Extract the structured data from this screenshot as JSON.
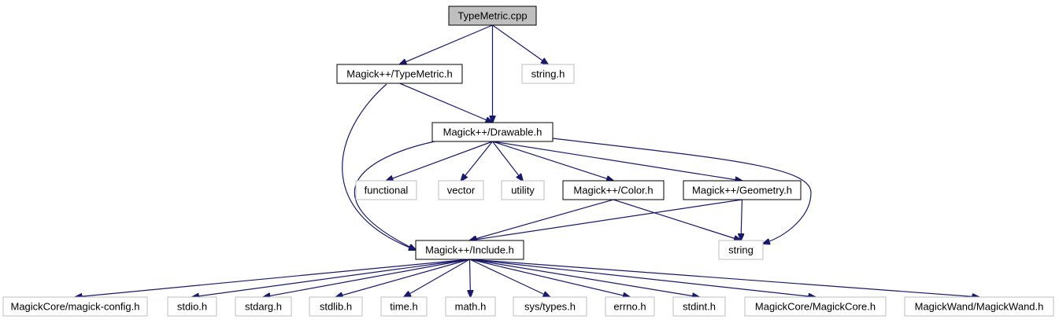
{
  "title": "TypeMetric.cpp",
  "nodes": [
    {
      "id": "TypeMetric.cpp",
      "label": "TypeMetric.cpp",
      "style": "root"
    },
    {
      "id": "TypeMetric.h",
      "label": "Magick++/TypeMetric.h",
      "style": "documented"
    },
    {
      "id": "string.h",
      "label": "string.h",
      "style": "external"
    },
    {
      "id": "Drawable.h",
      "label": "Magick++/Drawable.h",
      "style": "documented"
    },
    {
      "id": "functional",
      "label": "functional",
      "style": "external"
    },
    {
      "id": "vector",
      "label": "vector",
      "style": "external"
    },
    {
      "id": "utility",
      "label": "utility",
      "style": "external"
    },
    {
      "id": "Color.h",
      "label": "Magick++/Color.h",
      "style": "documented"
    },
    {
      "id": "Geometry.h",
      "label": "Magick++/Geometry.h",
      "style": "documented"
    },
    {
      "id": "Include.h",
      "label": "Magick++/Include.h",
      "style": "documented"
    },
    {
      "id": "string",
      "label": "string",
      "style": "external"
    },
    {
      "id": "magick-config.h",
      "label": "MagickCore/magick-config.h",
      "style": "external"
    },
    {
      "id": "stdio.h",
      "label": "stdio.h",
      "style": "external"
    },
    {
      "id": "stdarg.h",
      "label": "stdarg.h",
      "style": "external"
    },
    {
      "id": "stdlib.h",
      "label": "stdlib.h",
      "style": "external"
    },
    {
      "id": "time.h",
      "label": "time.h",
      "style": "external"
    },
    {
      "id": "math.h",
      "label": "math.h",
      "style": "external"
    },
    {
      "id": "sys/types.h",
      "label": "sys/types.h",
      "style": "external"
    },
    {
      "id": "errno.h",
      "label": "errno.h",
      "style": "external"
    },
    {
      "id": "stdint.h",
      "label": "stdint.h",
      "style": "external"
    },
    {
      "id": "MagickCore.h",
      "label": "MagickCore/MagickCore.h",
      "style": "external"
    },
    {
      "id": "MagickWand.h",
      "label": "MagickWand/MagickWand.h",
      "style": "external"
    }
  ],
  "edges": [
    {
      "from": "TypeMetric.cpp",
      "to": "TypeMetric.h"
    },
    {
      "from": "TypeMetric.cpp",
      "to": "Drawable.h"
    },
    {
      "from": "TypeMetric.cpp",
      "to": "string.h"
    },
    {
      "from": "TypeMetric.h",
      "to": "Drawable.h"
    },
    {
      "from": "TypeMetric.h",
      "to": "Include.h"
    },
    {
      "from": "Drawable.h",
      "to": "functional"
    },
    {
      "from": "Drawable.h",
      "to": "vector"
    },
    {
      "from": "Drawable.h",
      "to": "utility"
    },
    {
      "from": "Drawable.h",
      "to": "Color.h"
    },
    {
      "from": "Drawable.h",
      "to": "Geometry.h"
    },
    {
      "from": "Drawable.h",
      "to": "Include.h"
    },
    {
      "from": "Drawable.h",
      "to": "string"
    },
    {
      "from": "Color.h",
      "to": "Include.h"
    },
    {
      "from": "Color.h",
      "to": "string"
    },
    {
      "from": "Geometry.h",
      "to": "Include.h"
    },
    {
      "from": "Geometry.h",
      "to": "string"
    },
    {
      "from": "Include.h",
      "to": "magick-config.h"
    },
    {
      "from": "Include.h",
      "to": "stdio.h"
    },
    {
      "from": "Include.h",
      "to": "stdarg.h"
    },
    {
      "from": "Include.h",
      "to": "stdlib.h"
    },
    {
      "from": "Include.h",
      "to": "time.h"
    },
    {
      "from": "Include.h",
      "to": "math.h"
    },
    {
      "from": "Include.h",
      "to": "sys/types.h"
    },
    {
      "from": "Include.h",
      "to": "errno.h"
    },
    {
      "from": "Include.h",
      "to": "stdint.h"
    },
    {
      "from": "Include.h",
      "to": "MagickCore.h"
    },
    {
      "from": "Include.h",
      "to": "MagickWand.h"
    }
  ],
  "colors": {
    "edge": "#191970",
    "root_fill": "#bfbfbf",
    "documented_border": "#000000",
    "external_border": "#bfbfbf"
  }
}
